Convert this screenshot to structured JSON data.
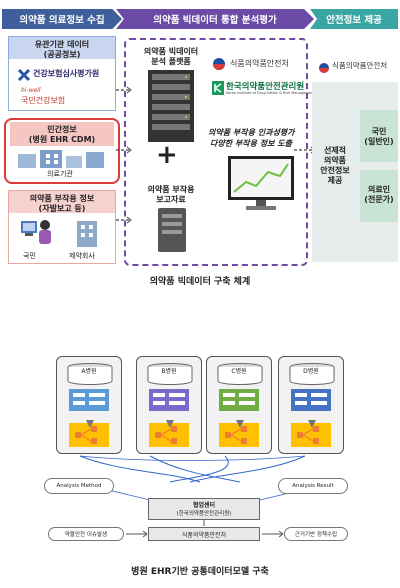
{
  "top": {
    "header": {
      "collect": "의약품 의료정보 수집",
      "analyze": "의약품 빅데이터 통합 분석평가",
      "provide": "안전정보 제공"
    },
    "public": {
      "title": "유관기관 데이터",
      "subtitle": "(공공정보)",
      "org1": "건강보험심사평가원",
      "org2_brand": "hi-well",
      "org2": "국민건강보험"
    },
    "private": {
      "title": "민간정보",
      "subtitle": "(병원 EHR CDM)",
      "caption": "의료기관"
    },
    "report": {
      "title": "의약품 부작용 정보",
      "subtitle": "(자발보고 등)",
      "caption_left": "국민",
      "caption_right": "제약회사"
    },
    "center": {
      "platform_title": "의약품 빅데이터",
      "platform_sub": "분석 플랫폼",
      "plus": "+",
      "report_title": "의약품 부작용",
      "report_sub": "보고자료"
    },
    "agencies": {
      "mfds": "식품의약품안전처",
      "kids": "한국의약품안전관리원",
      "kids_en": "Korea Institute of Drug Safety & Risk Management",
      "mfds_right": "식품의약품안전처"
    },
    "analysis_note": {
      "line1": "의약품 부작용 인과성평가",
      "line2": "다양한 부작용 정보 도출"
    },
    "provide": {
      "line1": "선제적",
      "line2": "의약품",
      "line3": "안전정보",
      "line4": "제공"
    },
    "targets": [
      {
        "label": "국민",
        "sub": "(일반인)"
      },
      {
        "label": "의료인",
        "sub": "(전문가)"
      }
    ],
    "caption": "의약품 빅데이터 구축 체계"
  },
  "bottom": {
    "hospitals": [
      {
        "label": "A병원",
        "color": "#5b9bd5"
      },
      {
        "label": "B병원",
        "color": "#7b68c9"
      },
      {
        "label": "C병원",
        "color": "#70ad47"
      },
      {
        "label": "D병원",
        "color": "#4472c4"
      }
    ],
    "analysis_method": "Analysis Method",
    "analysis_result": "Analysis Result",
    "center_title": "협업센터",
    "center_sub": "(한국의약품안전관리원)",
    "mfds": "식품의약품안전처",
    "left_note": "약물안전 이슈발생",
    "right_note": "근거기반 정책수립",
    "caption": "병원 EHR기반 공통데이터모델 구축"
  },
  "colors": {
    "header_blue": "#3f5f9c",
    "header_purple": "#6b4ba6",
    "header_teal": "#3aa6a3",
    "highlight_red": "#d93a3a",
    "flow_yellow": "#ffc000",
    "flow_orange": "#ed7d31"
  }
}
